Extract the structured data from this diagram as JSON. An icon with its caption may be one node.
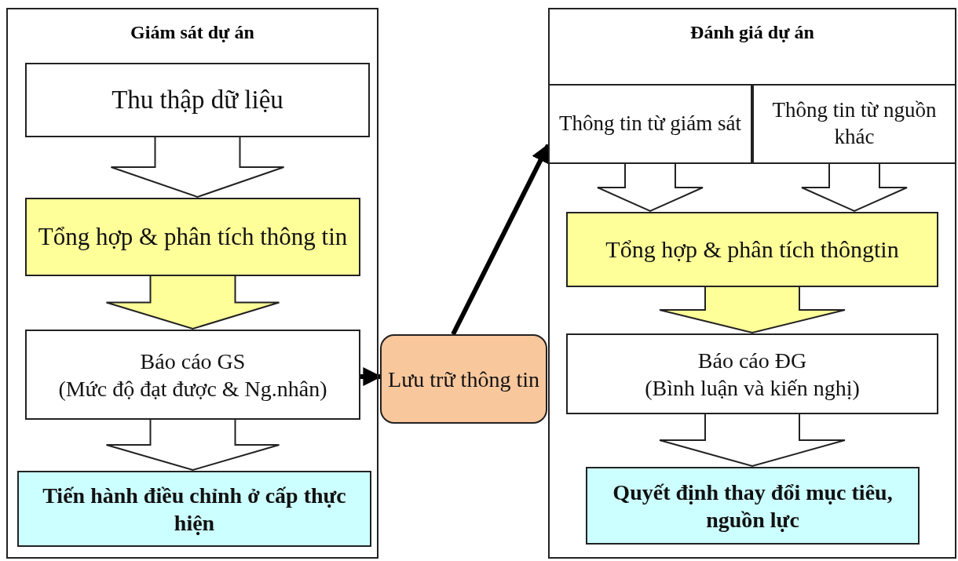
{
  "diagram": {
    "nodes": [
      {
        "text": [
          "Giám sát dự án"
        ]
      },
      {
        "text": [
          "Thu thập dữ liệu"
        ],
        "in": 0
      },
      {
        "text": [
          "Tổng hợp & phân tích thông tin"
        ],
        "in": 0
      },
      {
        "text": [
          "Báo cáo GS",
          "(Mức độ đạt được & Ng.nhân)"
        ],
        "in": 0
      },
      {
        "text": [
          "Tiến hành điều chỉnh ở cấp thực hiện"
        ],
        "in": 0
      },
      {
        "text": [
          "Lưu trữ thông tin"
        ]
      },
      {
        "text": [
          "Đánh giá dự án"
        ]
      },
      {
        "text": [
          "Thông tin từ giám sát"
        ],
        "in": 6
      },
      {
        "text": [
          "Thông tin từ nguồn khác"
        ],
        "in": 6
      },
      {
        "text": [
          "Tổng hợp & phân tích thôngtin"
        ],
        "in": 6
      },
      {
        "text": [
          "Báo cáo ĐG",
          "(Bình luận và kiến nghị)"
        ],
        "in": 6
      },
      {
        "text": [
          "Quyết định thay đổi mục tiêu, nguồn lực"
        ],
        "in": 6
      }
    ],
    "edges": [
      {
        "from": 1,
        "to": 2,
        "arrow": "to",
        "style": "thick"
      },
      {
        "from": 2,
        "to": 3,
        "arrow": "to",
        "style": "thick",
        "color": "#ffff99"
      },
      {
        "from": 3,
        "to": 4,
        "arrow": "to",
        "style": "thick"
      },
      {
        "from": 3,
        "to": 5,
        "arrow": "to"
      },
      {
        "from": 5,
        "to": 7,
        "arrow": "to"
      },
      {
        "from": 7,
        "to": 9,
        "arrow": "to",
        "style": "thick"
      },
      {
        "from": 8,
        "to": 9,
        "arrow": "to",
        "style": "thick"
      },
      {
        "from": 9,
        "to": 10,
        "arrow": "to",
        "style": "thick",
        "color": "#ffff99"
      },
      {
        "from": 10,
        "to": 11,
        "arrow": "to",
        "style": "thick"
      }
    ]
  }
}
